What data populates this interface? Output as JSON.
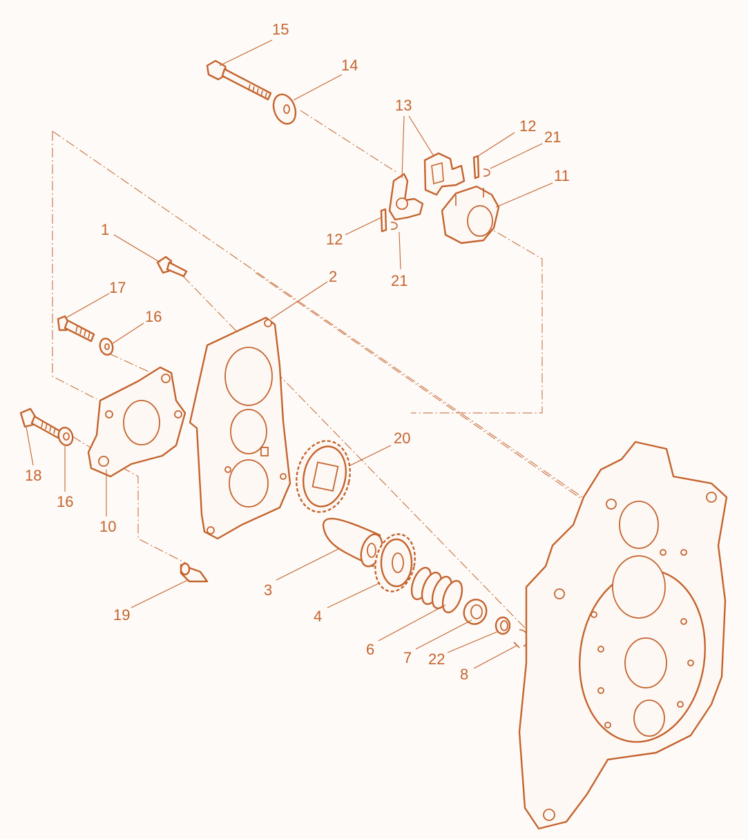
{
  "colors": {
    "line": "#c4632d",
    "background": "#fdfaf7"
  },
  "callouts": [
    {
      "id": "c15",
      "text": "15"
    },
    {
      "id": "c14",
      "text": "14"
    },
    {
      "id": "c13",
      "text": "13"
    },
    {
      "id": "c12a",
      "text": "12"
    },
    {
      "id": "c21a",
      "text": "21"
    },
    {
      "id": "c11",
      "text": "11"
    },
    {
      "id": "c12b",
      "text": "12"
    },
    {
      "id": "c21b",
      "text": "21"
    },
    {
      "id": "c1",
      "text": "1"
    },
    {
      "id": "c2",
      "text": "2"
    },
    {
      "id": "c17",
      "text": "17"
    },
    {
      "id": "c16a",
      "text": "16"
    },
    {
      "id": "c20",
      "text": "20"
    },
    {
      "id": "c18",
      "text": "18"
    },
    {
      "id": "c16b",
      "text": "16"
    },
    {
      "id": "c10",
      "text": "10"
    },
    {
      "id": "c3",
      "text": "3"
    },
    {
      "id": "c4",
      "text": "4"
    },
    {
      "id": "c19",
      "text": "19"
    },
    {
      "id": "c6",
      "text": "6"
    },
    {
      "id": "c7",
      "text": "7"
    },
    {
      "id": "c22",
      "text": "22"
    },
    {
      "id": "c8",
      "text": "8"
    }
  ]
}
